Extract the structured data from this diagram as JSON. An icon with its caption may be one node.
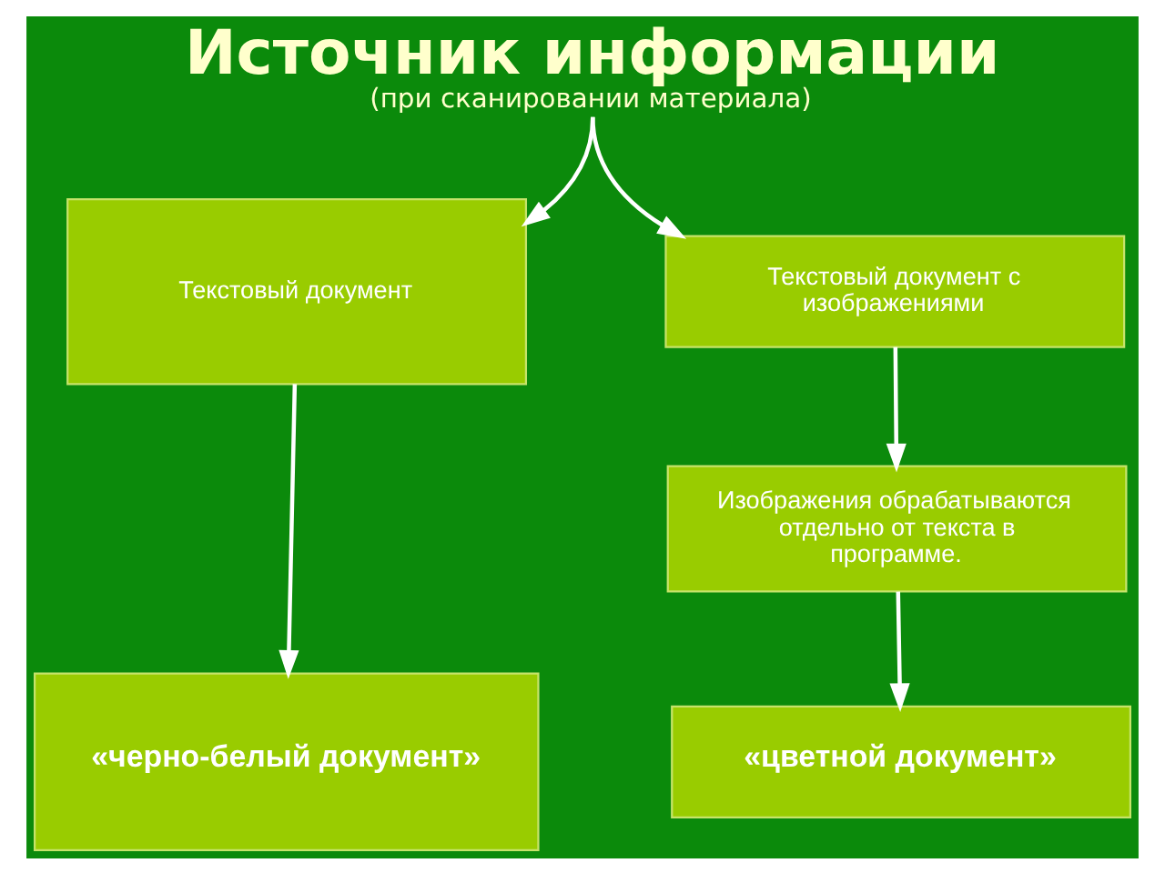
{
  "diagram": {
    "nodes": [
      {
        "text": [
          "Источник информации",
          "(при сканировании материала)"
        ]
      },
      {
        "text": [
          "Текстовый документ"
        ]
      },
      {
        "text": [
          "Текстовый документ с изображениями"
        ]
      },
      {
        "text": [
          "Изображения обрабатываются отдельно от текста в программе."
        ]
      },
      {
        "text": [
          "«черно-белый документ»"
        ]
      },
      {
        "text": [
          "«цветной документ»"
        ]
      }
    ],
    "edges": [
      {
        "from": 0,
        "to": 1,
        "arrow": "to"
      },
      {
        "from": 0,
        "to": 2,
        "arrow": "to"
      },
      {
        "from": 1,
        "to": 4,
        "arrow": "to"
      },
      {
        "from": 2,
        "to": 3,
        "arrow": "to"
      },
      {
        "from": 3,
        "to": 5,
        "arrow": "to"
      }
    ]
  }
}
